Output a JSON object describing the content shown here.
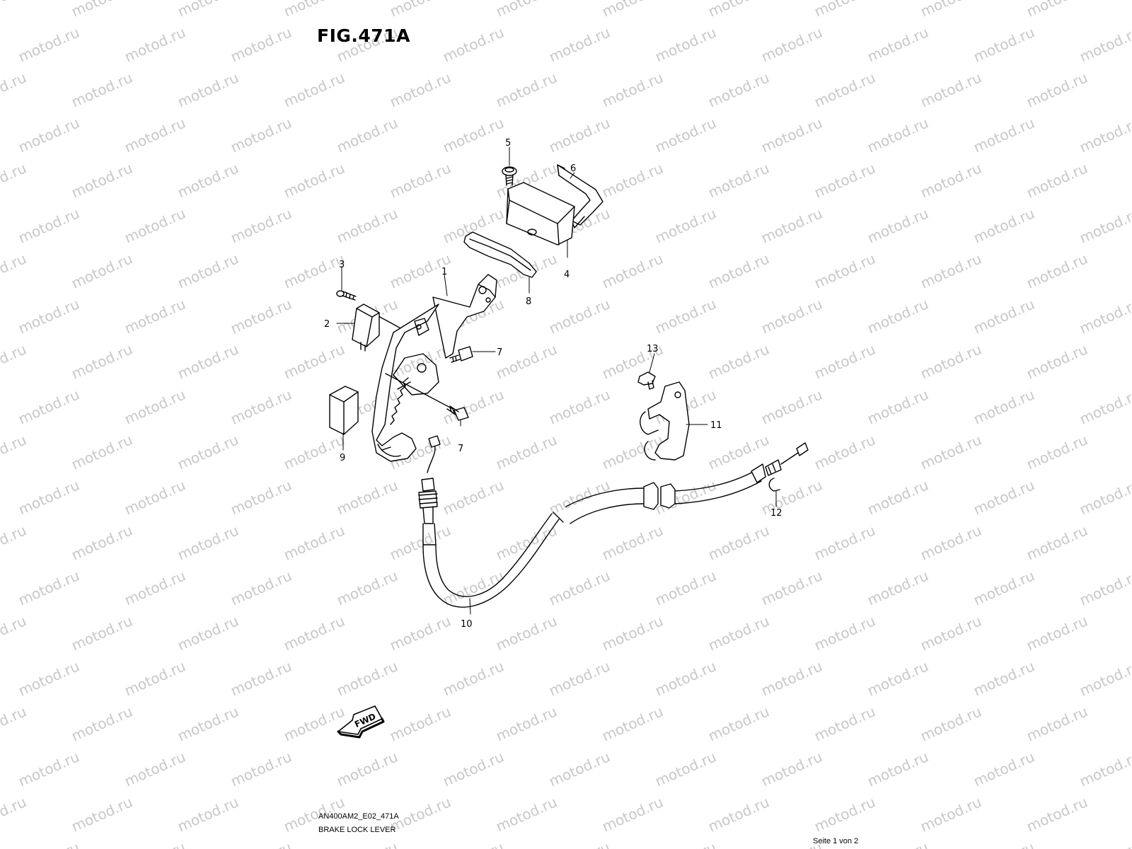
{
  "watermark": {
    "text": "motod.ru",
    "color": "#c8c8c8"
  },
  "figure": {
    "title": "FIG.471A",
    "code": "AN400AM2_E02_471A",
    "caption": "BRAKE LOCK LEVER"
  },
  "parts": {
    "p1": "1",
    "p2": "2",
    "p3": "3",
    "p4": "4",
    "p5": "5",
    "p6": "6",
    "p7a": "7",
    "p7b": "7",
    "p8": "8",
    "p9": "9",
    "p10": "10",
    "p11": "11",
    "p12": "12",
    "p13": "13"
  },
  "fwd": {
    "label": "FWD"
  },
  "footer": {
    "page": "Seite 1 von 2"
  }
}
